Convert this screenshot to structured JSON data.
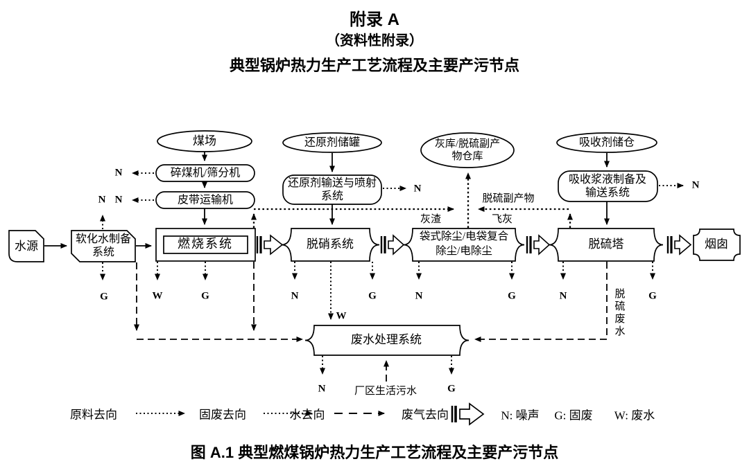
{
  "header": {
    "line1": "附录 A",
    "line2": "（资料性附录）",
    "line3": "典型锅炉热力生产工艺流程及主要产污节点"
  },
  "caption": "图  A.1  典型燃煤锅炉热力生产工艺流程及主要产污节点",
  "nodes": {
    "coal_yard": "煤场",
    "crusher": "碎煤机/筛分机",
    "belt_conveyor": "皮带运输机",
    "water_source": "水源",
    "soft_water": "软化水制备\n系统",
    "combustion": "燃烧系统",
    "reductant_tank": "还原剂储罐",
    "reductant_system": "还原剂输送与喷射\n系统",
    "denox": "脱硝系统",
    "ash_silo": "灰库/脱硫副产\n物仓库",
    "dust_removal": "袋式除尘/电袋复合\n除尘/电除尘",
    "absorbent_silo": "吸收剂储仓",
    "slurry_system": "吸收浆液制备及\n输送系统",
    "desulfur_tower": "脱硫塔",
    "chimney": "烟囱",
    "wastewater_system": "废水处理系统"
  },
  "flow_labels": {
    "ash_slag": "灰渣",
    "fly_ash": "飞灰",
    "desulfur_byproduct": "脱硫副产物",
    "desulfur_wastewater": "脱硫废水",
    "domestic_sewage": "厂区生活污水"
  },
  "markers": {
    "noise": "N",
    "solid_waste": "G",
    "wastewater": "W"
  },
  "legend": {
    "items": [
      {
        "label": "原料去向",
        "style": "dotted"
      },
      {
        "label": "固废去向",
        "style": "dotted"
      },
      {
        "label": "水去向",
        "style": "dashed"
      },
      {
        "label": "废气去向",
        "style": "hollow-arrow"
      }
    ],
    "notes": [
      {
        "text": "N: 噪声"
      },
      {
        "text": "G: 固废"
      },
      {
        "text": "W: 废水"
      }
    ]
  },
  "colors": {
    "ink": "#000000",
    "background": "#ffffff"
  }
}
